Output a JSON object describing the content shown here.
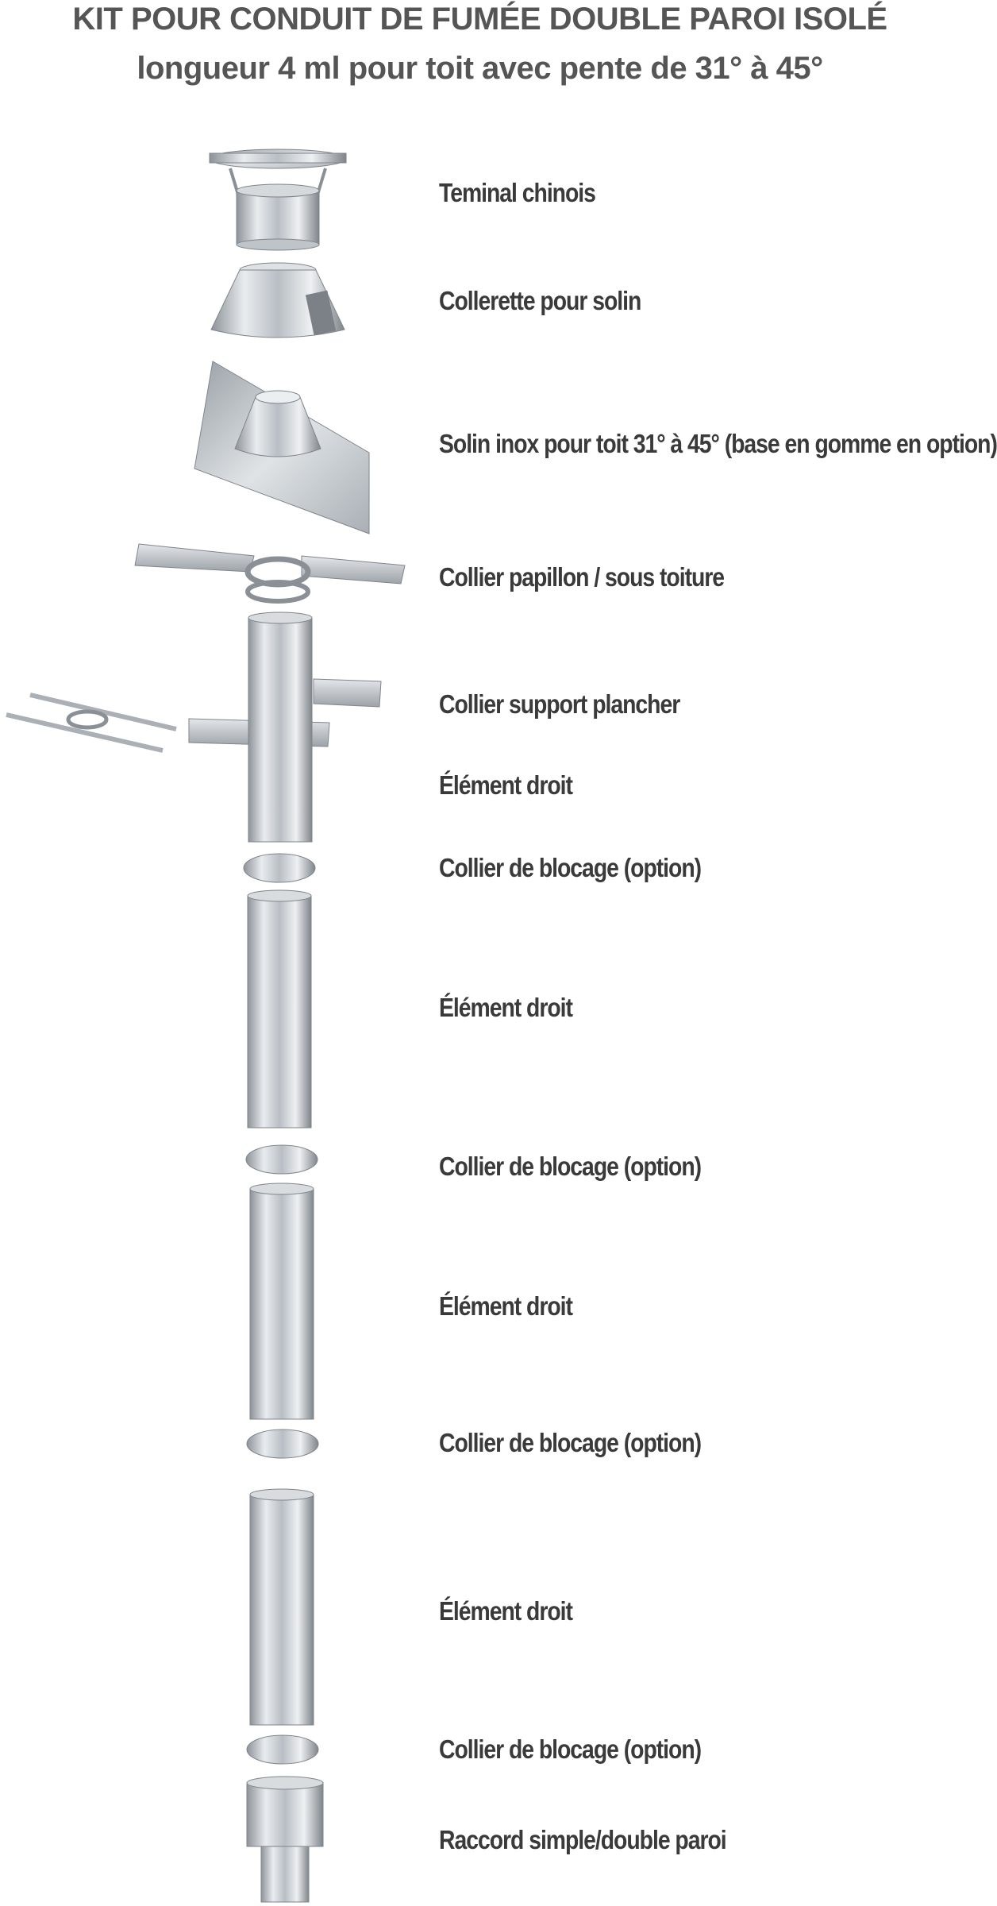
{
  "title_line1": "KIT POUR CONDUIT DE FUMÉE DOUBLE PAROI ISOLÉ",
  "title_line2": "longueur 4 ml pour toit avec pente de 31° à 45°",
  "labels": [
    "Teminal chinois",
    "Collerette pour solin",
    "Solin inox pour toit 31° à 45° (base en gomme en option)",
    "Collier papillon / sous toiture",
    "Collier support plancher",
    "Élément droit",
    "Collier de blocage (option)",
    "Élément droit",
    "Collier de blocage (option)",
    "Élément droit",
    "Collier de blocage (option)",
    "Élément droit",
    "Collier de blocage (option)",
    "Raccord simple/double paroi"
  ],
  "colors": {
    "title": "#555555",
    "label": "#3a3a3a",
    "steel": "#c9cdd2"
  }
}
